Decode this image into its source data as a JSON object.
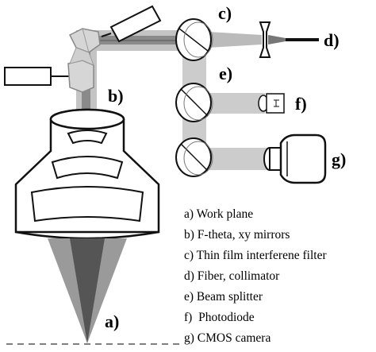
{
  "labels": {
    "a": "a)",
    "b": "b)",
    "c": "c)",
    "d": "d)",
    "e": "e)",
    "f": "f)",
    "g": "g)"
  },
  "legend": [
    "a) Work plane",
    "b) F-theta, xy mirrors",
    "c) Thin film interferene filter",
    "d) Fiber, collimator",
    "e) Beam splitter",
    "f)  Photodiode",
    "g) CMOS camera"
  ],
  "colors": {
    "beam_light": "#bdbdbd",
    "beam_dark": "#8a8a8a",
    "cone": "#6e6e6e",
    "outline": "#111111"
  }
}
